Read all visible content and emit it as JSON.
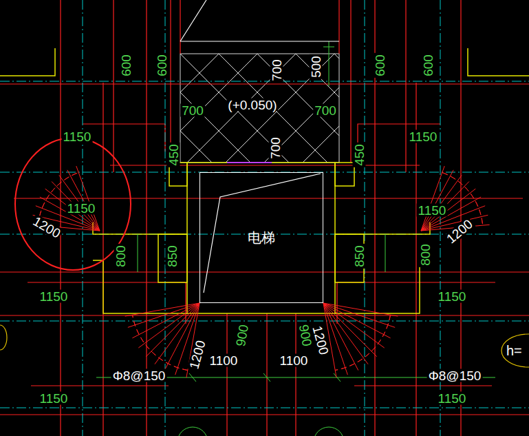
{
  "diagram": {
    "nodes": [
      {
        "text": [
          "电梯"
        ]
      },
      {
        "text": [
          "h="
        ]
      }
    ],
    "labels": [
      "600",
      "600",
      "700",
      "500",
      "600",
      "600",
      "(+0.050)",
      "700",
      "700",
      "1150",
      "1150",
      "450",
      "700",
      "450",
      "1150",
      "1200",
      "1150",
      "1200",
      "800",
      "850",
      "850",
      "800",
      "1150",
      "1150",
      "900",
      "900",
      "1200",
      "1200",
      "1100",
      "1100",
      "Φ8@150",
      "Φ8@150",
      "1150",
      "1150"
    ]
  }
}
